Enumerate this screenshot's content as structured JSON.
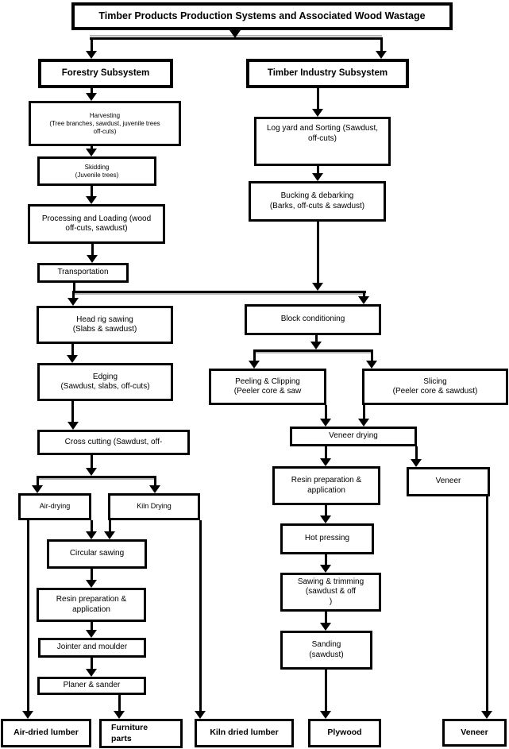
{
  "colors": {
    "box_border": "#000000",
    "line": "#000000",
    "background": "#ffffff",
    "line_shadow": "#b3b3b3"
  },
  "nodes": {
    "title": {
      "label": "Timber Products Production Systems and Associated Wood Wastage"
    },
    "forestry": {
      "label": "Forestry Subsystem"
    },
    "timber_industry": {
      "label": "Timber Industry Subsystem"
    },
    "harvesting": {
      "label": "Harvesting\n(Tree branches, sawdust, juvenile trees\noff-cuts)"
    },
    "skidding": {
      "label": "Skidding\n(Juvenile trees)"
    },
    "processing_loading": {
      "label": "Processing and Loading (wood\noff-cuts, sawdust)"
    },
    "transportation": {
      "label": "Transportation"
    },
    "log_yard": {
      "label": "Log yard and Sorting (Sawdust,\noff-cuts)"
    },
    "bucking": {
      "label": "Bucking & debarking\n(Barks, off-cuts & sawdust)"
    },
    "head_rig": {
      "label": "Head rig sawing\n(Slabs & sawdust)"
    },
    "block_conditioning": {
      "label": "Block conditioning"
    },
    "edging": {
      "label": "Edging\n(Sawdust, slabs, off-cuts)"
    },
    "peeling": {
      "label": "Peeling & Clipping\n(Peeler core & saw"
    },
    "slicing": {
      "label": "Slicing\n(Peeler core & sawdust)"
    },
    "cross_cutting": {
      "label": "Cross cutting (Sawdust, off-"
    },
    "veneer_drying": {
      "label": "Veneer drying"
    },
    "air_drying": {
      "label": "Air-drying"
    },
    "kiln_drying": {
      "label": "Kiln Drying"
    },
    "resin_right": {
      "label": "Resin preparation &\napplication"
    },
    "veneer_mid": {
      "label": "Veneer"
    },
    "circular_sawing": {
      "label": "Circular sawing"
    },
    "resin_left": {
      "label": "Resin preparation &\napplication"
    },
    "jointer": {
      "label": "Jointer and moulder"
    },
    "planer": {
      "label": "Planer & sander"
    },
    "hot_pressing": {
      "label": "Hot pressing"
    },
    "sawing_trimming": {
      "label": "Sawing & trimming\n(sawdust & off\n)"
    },
    "sanding": {
      "label": "Sanding\n(sawdust)"
    },
    "air_dried_lumber": {
      "label": "Air-dried lumber"
    },
    "furniture_parts": {
      "label": "Furniture\nparts"
    },
    "kiln_dried_lumber": {
      "label": "Kiln dried lumber"
    },
    "plywood": {
      "label": "Plywood"
    },
    "veneer_product": {
      "label": "Veneer"
    }
  }
}
